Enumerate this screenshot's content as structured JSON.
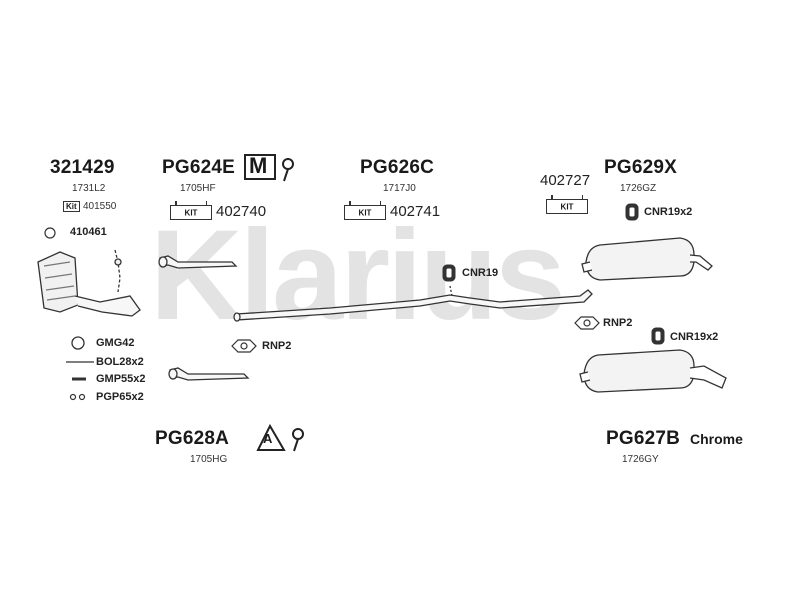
{
  "watermark": "Klarius",
  "parts": {
    "p321429": {
      "number": "321429",
      "ref": "1731L2",
      "kit_label": "Kit",
      "kit_ref": "401550",
      "gasket": "410461"
    },
    "pg624e": {
      "number": "PG624E",
      "ref": "1705HF",
      "kit_label": "KIT",
      "kit_ref": "402740"
    },
    "pg626c": {
      "number": "PG626C",
      "ref": "1717J0",
      "kit_label": "KIT",
      "kit_ref": "402741"
    },
    "pg629x": {
      "number": "PG629X",
      "ref": "1726GZ",
      "kit_label": "KIT",
      "kit_ref": "402727"
    },
    "pg628a": {
      "number": "PG628A",
      "ref": "1705HG"
    },
    "pg627b": {
      "number": "PG627B",
      "ref": "1726GY",
      "finish": "Chrome"
    }
  },
  "fittings": {
    "gmg42": "GMG42",
    "bol28x2": "BOL28x2",
    "gmp55x2": "GMP55x2",
    "pgp65x2": "PGP65x2",
    "rnp2_left": "RNP2",
    "rnp2_right": "RNP2",
    "cnr19": "CNR19",
    "cnr19x2_top": "CNR19x2",
    "cnr19x2_bottom": "CNR19x2"
  },
  "symbols": {
    "pg624e_symbol": "M",
    "pg628a_symbol": "A"
  }
}
